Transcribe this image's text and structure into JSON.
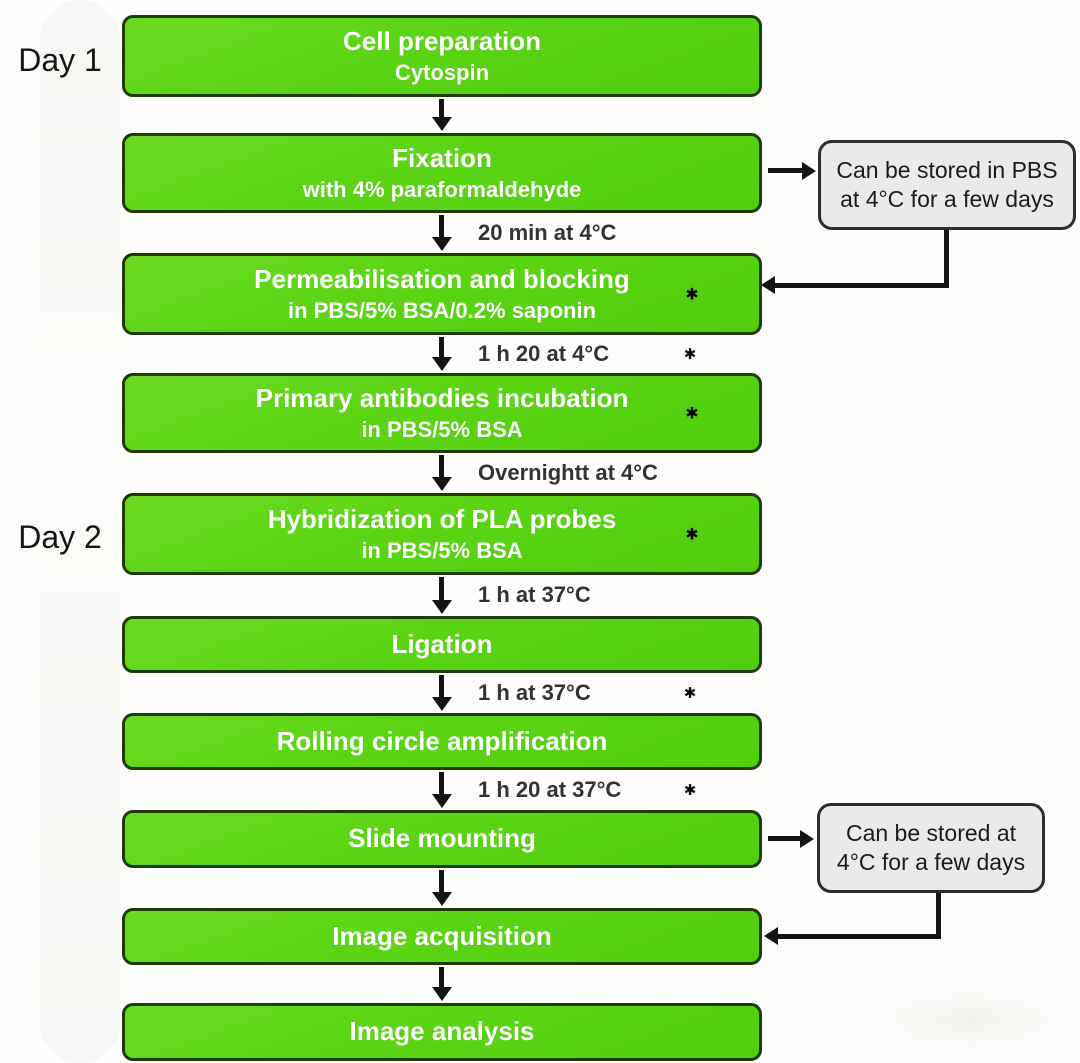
{
  "diagram": {
    "title_implicit": "PLA protocol flowchart",
    "colors": {
      "step_fill": "#5ad413",
      "step_border": "#1f3b08",
      "step_text": "#ffffff",
      "note_fill": "#eaeae8",
      "note_border": "#2d2d2d",
      "arrow": "#141414",
      "label_text": "#333333"
    },
    "day_labels": [
      {
        "label": "Day 1"
      },
      {
        "label": "Day 2"
      }
    ],
    "steps": [
      {
        "title": "Cell preparation",
        "subtitle": "Cytospin",
        "asterisk": ""
      },
      {
        "title": "Fixation",
        "subtitle": "with 4% paraformaldehyde",
        "asterisk": ""
      },
      {
        "title": "Permeabilisation and blocking",
        "subtitle": "in PBS/5% BSA/0.2% saponin",
        "asterisk": "✱"
      },
      {
        "title": "Primary antibodies incubation",
        "subtitle": "in PBS/5% BSA",
        "asterisk": "✱"
      },
      {
        "title": "Hybridization of PLA probes",
        "subtitle": "in PBS/5% BSA",
        "asterisk": "✱"
      },
      {
        "title": "Ligation",
        "subtitle": "",
        "asterisk": ""
      },
      {
        "title": "Rolling circle amplification",
        "subtitle": "",
        "asterisk": ""
      },
      {
        "title": "Slide mounting",
        "subtitle": "",
        "asterisk": ""
      },
      {
        "title": "Image acquisition",
        "subtitle": "",
        "asterisk": ""
      },
      {
        "title": "Image analysis",
        "subtitle": "",
        "asterisk": ""
      }
    ],
    "connectors": [
      {
        "label": "",
        "asterisk": ""
      },
      {
        "label": "20 min at 4°C",
        "asterisk": ""
      },
      {
        "label": "1 h 20 at 4°C",
        "asterisk": "✱"
      },
      {
        "label": "Overnightt at 4°C",
        "asterisk": ""
      },
      {
        "label": "1 h at 37°C",
        "asterisk": ""
      },
      {
        "label": "1 h at 37°C",
        "asterisk": "✱"
      },
      {
        "label": "1 h 20 at 37°C",
        "asterisk": "✱"
      },
      {
        "label": "",
        "asterisk": ""
      },
      {
        "label": "",
        "asterisk": ""
      }
    ],
    "side_notes": [
      {
        "line1": "Can be stored in PBS",
        "line2": "at 4°C for a few days"
      },
      {
        "line1": "Can be stored at",
        "line2": "4°C for a few days"
      }
    ]
  }
}
